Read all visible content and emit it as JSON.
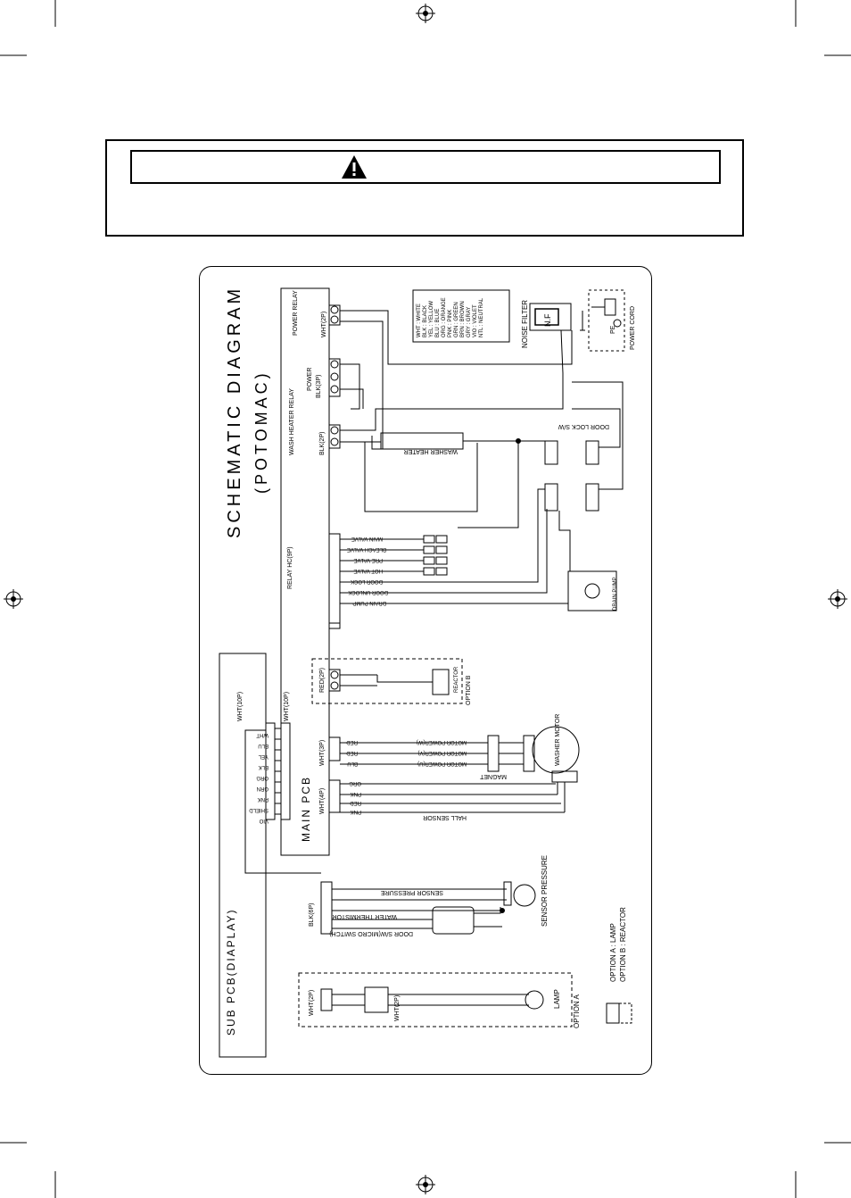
{
  "warning": {
    "icon": "warning-triangle-icon"
  },
  "diagram": {
    "title": "SCHEMATIC DIAGRAM",
    "subtitle": "(POTOMAC)",
    "main_pcb": "MAIN PCB",
    "sub_pcb": "SUB PCB(DIAPLAY)",
    "power_relay": "POWER RELAY",
    "power_relay_conn": "WHT(2P)",
    "power": "POWER",
    "power_conn": "BLK(3P)",
    "wash_heater_relay": "WASH HEATER RELAY",
    "wash_heater_conn": "BLK(2P)",
    "relay_conn": "RELAY HC(9P)",
    "noise_filter": "NOISE FILTER",
    "nf_label": "N.F",
    "power_cord": "POWER CORD",
    "pe": "PE",
    "washer_heater": "WASHER HEATER",
    "door_lock": "DOOR LOCK S/W",
    "drain_pump": "DRAIN PUMP",
    "reactor_conn": "RED(2P)",
    "reactor": "REACTOR",
    "option_b": "OPTION B",
    "main_10p": "WHT(10P)",
    "sub_10p": "WHT(10P)",
    "motor_conn": "WHT(3P)",
    "hall_conn": "WHT(4P)",
    "washer_motor": "WASHER MOTOR",
    "hall_sensor": "HALL SENSOR",
    "magnet": "MAGNET",
    "sensor_conn": "BLK(6P)",
    "sensor_pressure": "SENSOR PRESSURE",
    "sensor_pressure_wire": "SENSOR PRESSURE",
    "water_thermistor": "WATER THERMISTOR",
    "door_sw": "DOOR S/W(MICRO SWITCH)",
    "lamp_conn": "WHT(2P)",
    "lamp_conn2": "WHT(2P)",
    "lamp": "LAMP",
    "option_a": "OPTION A",
    "option_a_note": "OPTION A : LAMP",
    "option_b_note": "OPTION B : REACTOR",
    "valves": [
      "MAIN VALVE",
      "BLEACH VALVE",
      "PRE VALVE",
      "HOT VALVE",
      "DOOR LOCK",
      "DOOR UNLOCK",
      "DRAIN PUMP"
    ],
    "motor_power": [
      "MOTOR POWER(W)",
      "MOTOR POWER(V)",
      "MOTOR POWER(U)"
    ],
    "legend": [
      "WHT : WHITE",
      "BLK : BLACK",
      "YEL : YELLOW",
      "BLU : BLUE",
      "ORG : ORANGE",
      "PNK : PINK",
      "GRN : GREEN",
      "BRN : BROWN",
      "GRY : GRAY",
      "VIO : VIOLET",
      "NTL : NEUTRAL"
    ],
    "sub_wires": [
      "WHT",
      "BLU",
      "YEL",
      "BLK",
      "ORG",
      "GRN",
      "PNK",
      "SHIELD",
      "VIO"
    ],
    "hall_wires": [
      "ORG",
      "PNK",
      "RED",
      "PNK"
    ],
    "motor_wires": [
      "RED",
      "RED",
      "BLU"
    ]
  }
}
